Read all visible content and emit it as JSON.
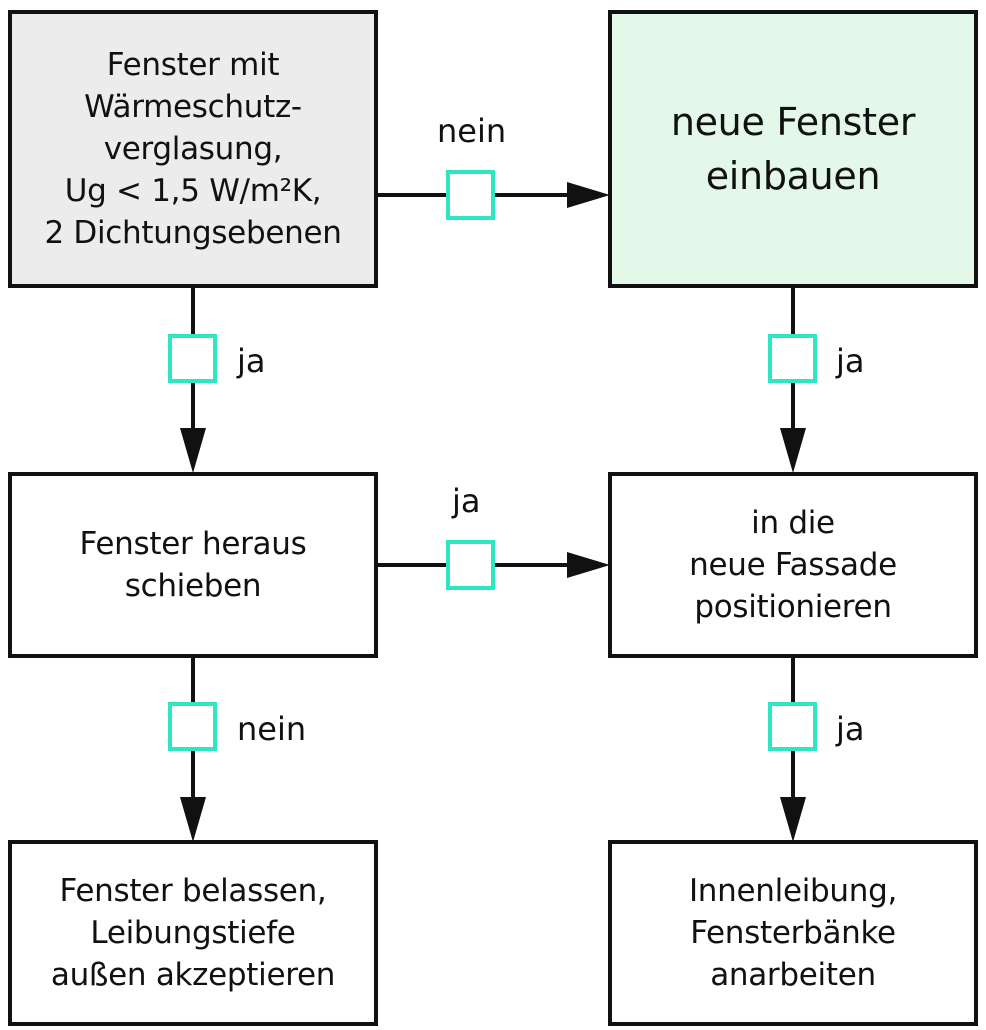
{
  "colors": {
    "line": "#111111",
    "start_fill": "#ececec",
    "target_fill": "#e4f8ea",
    "checkbox": "#2fe6c3"
  },
  "nodes": {
    "start": "Fenster mit\nWärmeschutz-\nverglasung,\nUg < 1,5 W/m²K,\n2 Dichtungsebenen",
    "new_window": "neue Fenster\neinbauen",
    "push_out": "Fenster heraus\nschieben",
    "position": "in die\nneue Fassade\npositionieren",
    "keep": "Fenster belassen,\nLeibungstiefe\naußen akzeptieren",
    "finish": "Innenleibung,\nFensterbänke\nanarbeiten"
  },
  "edges": {
    "start_to_new": "nein",
    "start_to_push": "ja",
    "new_to_position": "ja",
    "push_to_position": "ja",
    "push_to_keep": "nein",
    "position_to_finish": "ja"
  }
}
